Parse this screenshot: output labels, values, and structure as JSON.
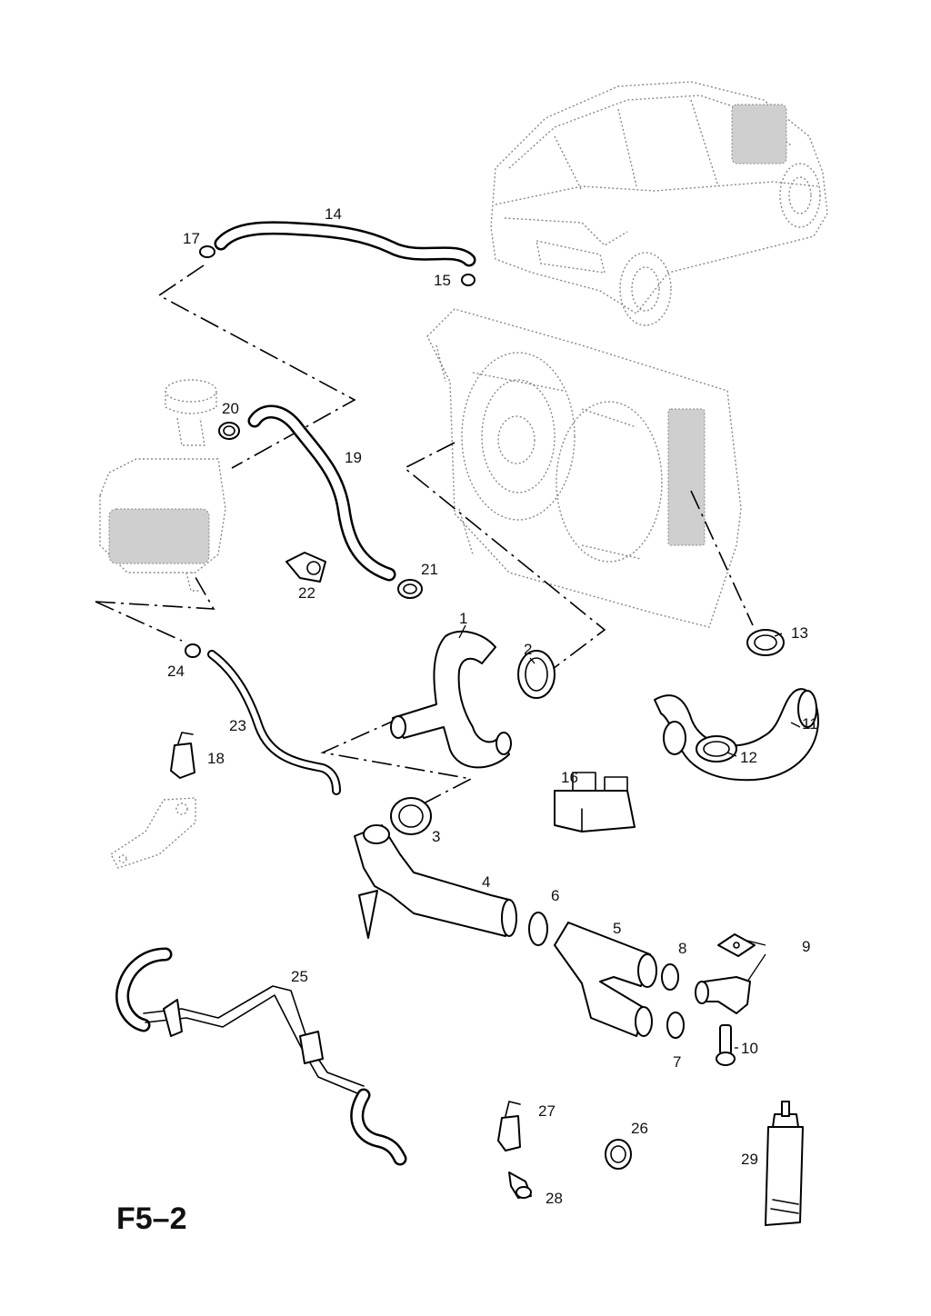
{
  "diagram": {
    "page_code": "F5–2",
    "callouts": [
      {
        "id": "1",
        "text": "1"
      },
      {
        "id": "2",
        "text": "2"
      },
      {
        "id": "3",
        "text": "3"
      },
      {
        "id": "4",
        "text": "4"
      },
      {
        "id": "5",
        "text": "5"
      },
      {
        "id": "6",
        "text": "6"
      },
      {
        "id": "7",
        "text": "7"
      },
      {
        "id": "8",
        "text": "8"
      },
      {
        "id": "9",
        "text": "9"
      },
      {
        "id": "10",
        "text": "10"
      },
      {
        "id": "11",
        "text": "11"
      },
      {
        "id": "12",
        "text": "12"
      },
      {
        "id": "13",
        "text": "13"
      },
      {
        "id": "14",
        "text": "14"
      },
      {
        "id": "15",
        "text": "15"
      },
      {
        "id": "16",
        "text": "16"
      },
      {
        "id": "17",
        "text": "17"
      },
      {
        "id": "18",
        "text": "18"
      },
      {
        "id": "19",
        "text": "19"
      },
      {
        "id": "20",
        "text": "20"
      },
      {
        "id": "21",
        "text": "21"
      },
      {
        "id": "22",
        "text": "22"
      },
      {
        "id": "23",
        "text": "23"
      },
      {
        "id": "24",
        "text": "24"
      },
      {
        "id": "25",
        "text": "25"
      },
      {
        "id": "26",
        "text": "26"
      },
      {
        "id": "27",
        "text": "27"
      },
      {
        "id": "28",
        "text": "28"
      },
      {
        "id": "29",
        "text": "29"
      }
    ]
  }
}
